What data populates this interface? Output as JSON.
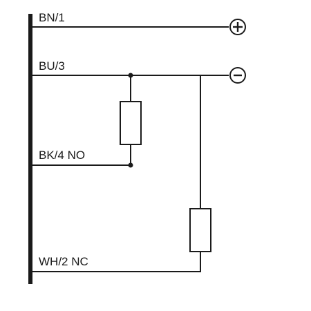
{
  "diagram": {
    "type": "sensor-wiring-diagram",
    "terminals": [
      {
        "id": "bn",
        "label": "BN/1",
        "connects_to": "positive"
      },
      {
        "id": "bu",
        "label": "BU/3",
        "connects_to": "negative"
      },
      {
        "id": "bk",
        "label": "BK/4 NO",
        "connects_to": "load-1 to negative"
      },
      {
        "id": "wh",
        "label": "WH/2 NC",
        "connects_to": "load-2 to negative"
      }
    ],
    "supply": {
      "positive_symbol": "+",
      "negative_symbol": "-"
    },
    "loads": [
      {
        "id": "load-1",
        "between": [
          "BU/3",
          "BK/4 NO"
        ]
      },
      {
        "id": "load-2",
        "between": [
          "BU/3",
          "WH/2 NC"
        ]
      }
    ],
    "colors": {
      "line": "#1a1a1a",
      "background": "#ffffff"
    }
  }
}
